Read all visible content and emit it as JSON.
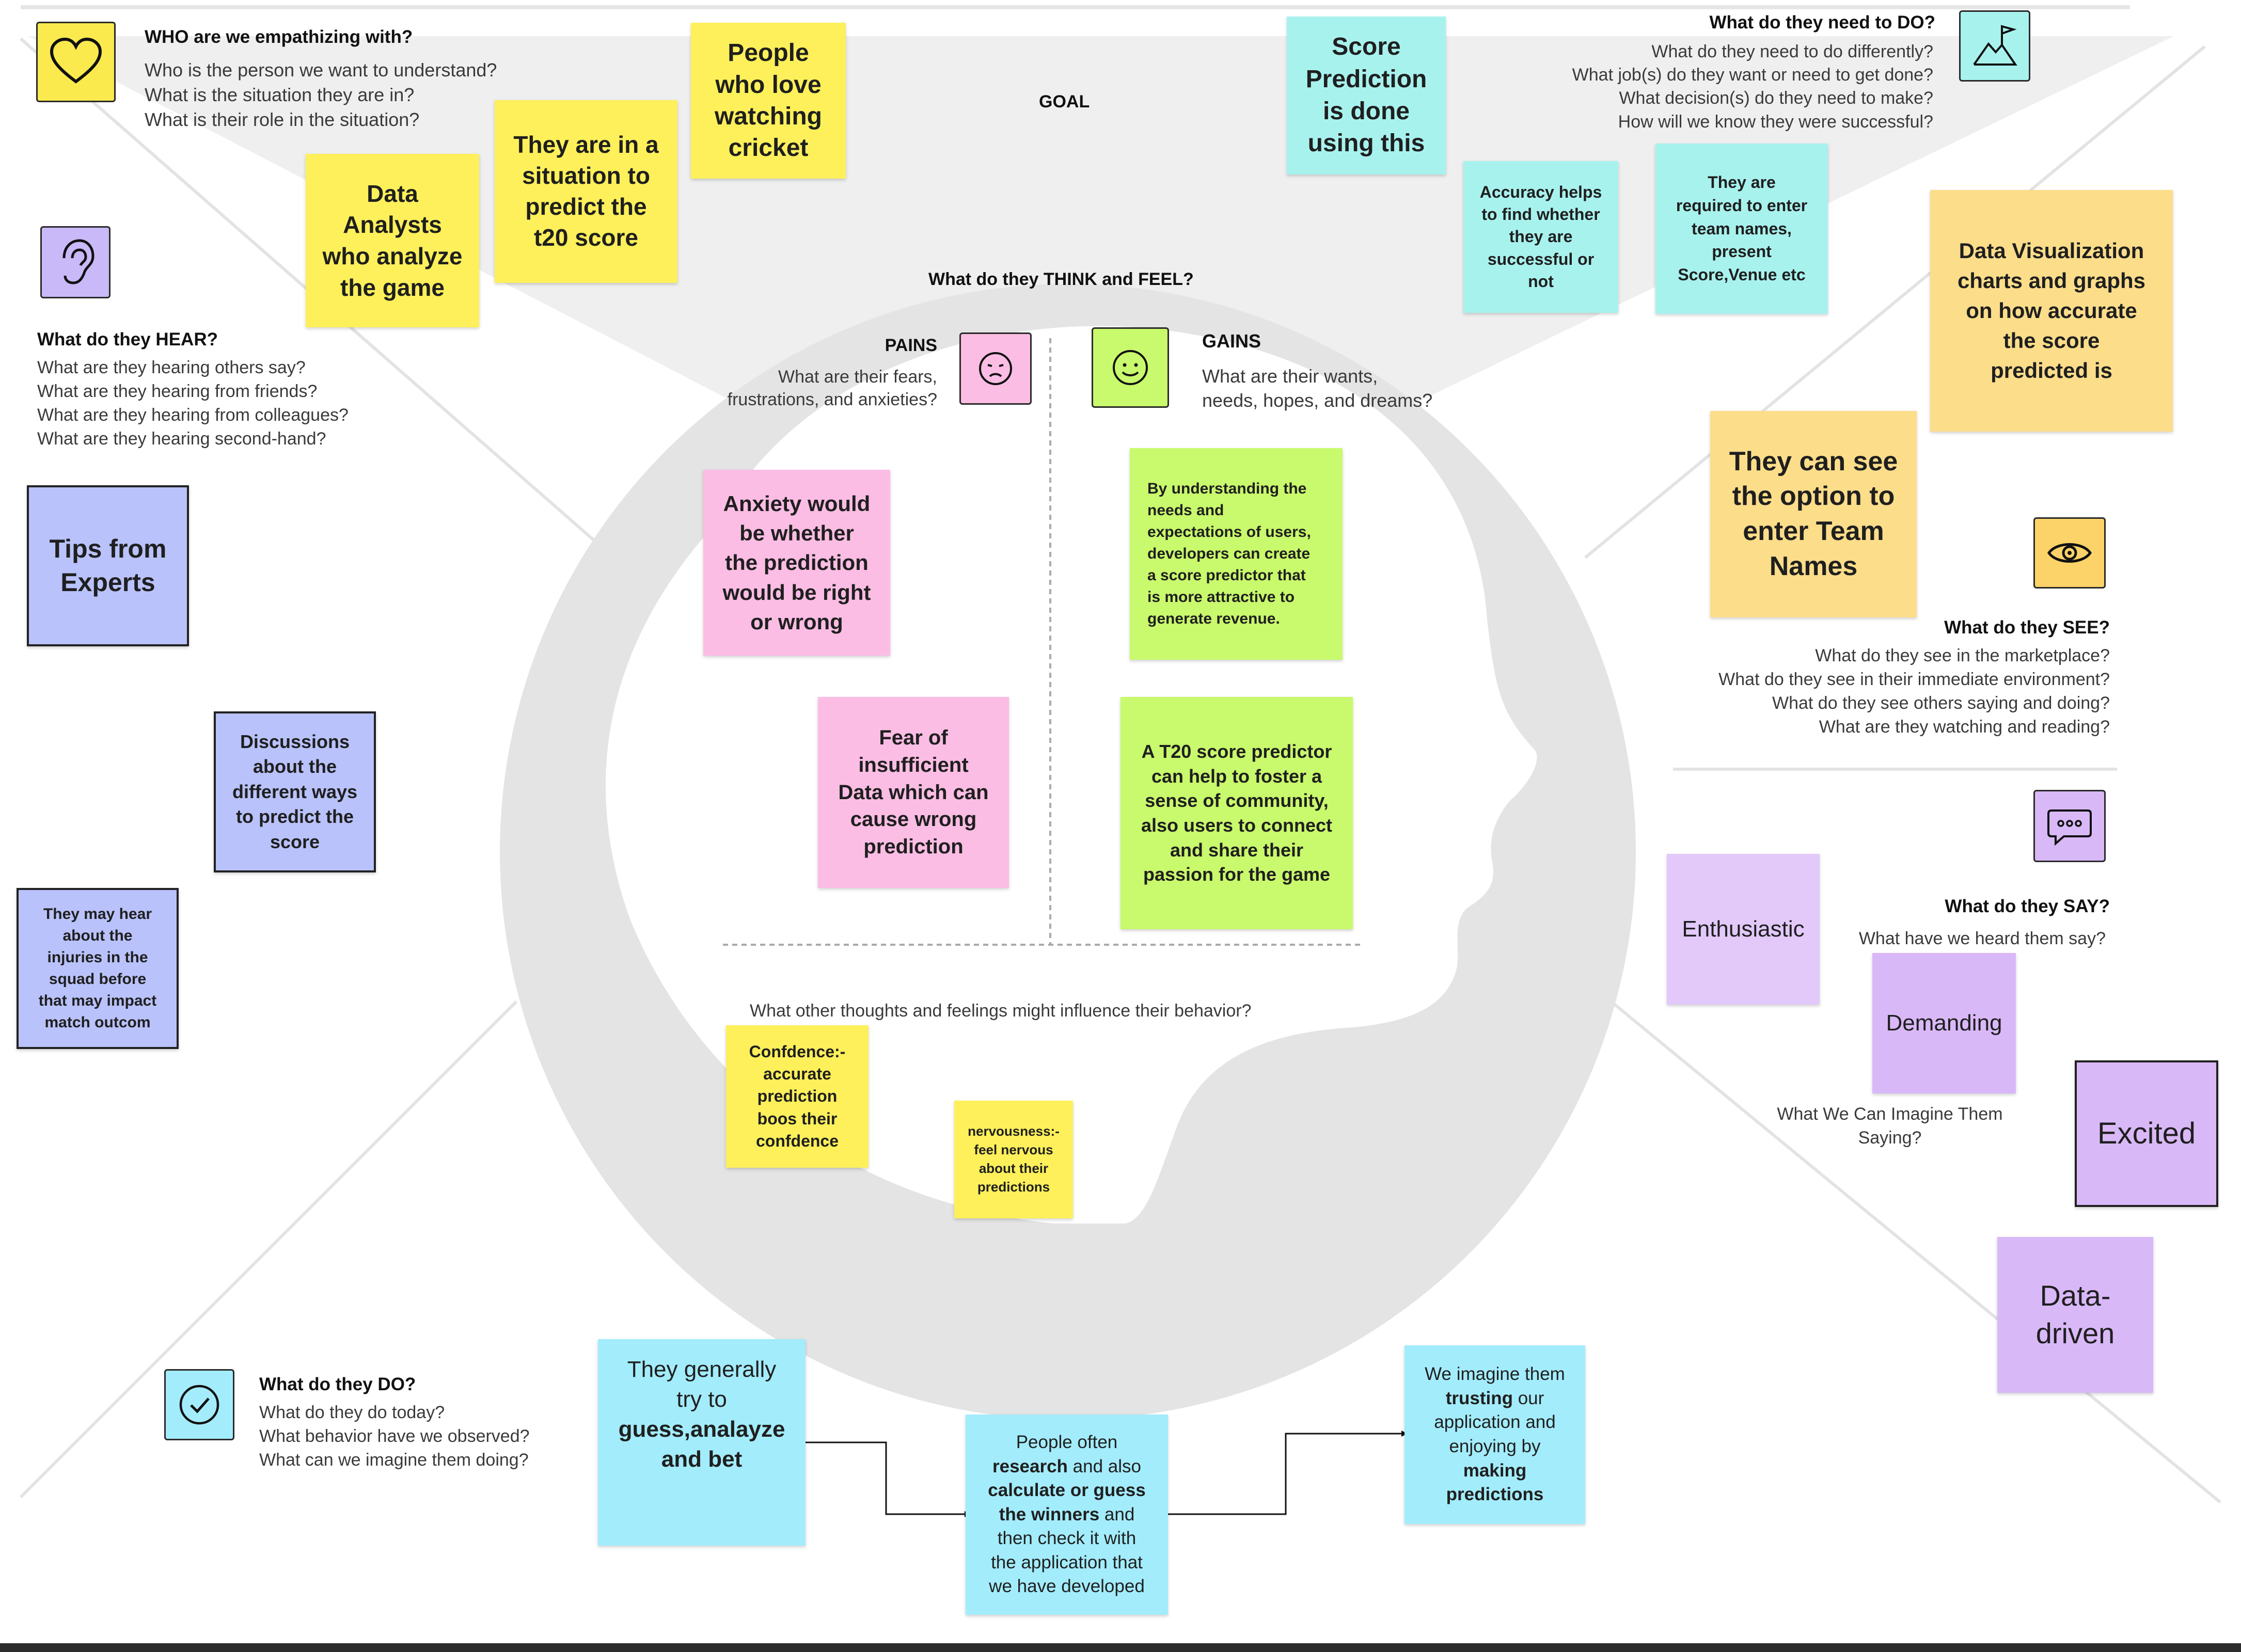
{
  "colors": {
    "yellow": "#fdf05a",
    "pink": "#fbbde4",
    "green": "#c9f96c",
    "cyan": "#a8f2ee",
    "blue": "#a3ecfc",
    "orange": "#fcdd8a",
    "periwinkle": "#b9c2fb",
    "lavender": "#e2c9fa",
    "violet": "#d9b8f8",
    "head": "#e4e4e4",
    "wedge": "#efefef"
  },
  "who": {
    "title": "WHO are we empathizing with?",
    "questions": [
      "Who is the person we want to understand?",
      "What is the situation they are in?",
      "What is their role in the situation?"
    ],
    "icon": "heart-icon"
  },
  "goal": {
    "label": "GOAL"
  },
  "do_goal": {
    "title": "What do they need to DO?",
    "questions": [
      "What do they need to do differently?",
      "What job(s) do they want or need to get done?",
      "What decision(s) do they need to make?",
      "How will we know they were successful?"
    ],
    "icon": "mountain-flag-icon"
  },
  "hear": {
    "title": "What do they HEAR?",
    "questions": [
      "What are they hearing others say?",
      "What are they hearing from friends?",
      "What are they hearing from colleagues?",
      "What are they hearing second-hand?"
    ],
    "icon": "ear-icon"
  },
  "think_feel": {
    "title": "What do they THINK and FEEL?"
  },
  "pains": {
    "title": "PAINS",
    "questions": [
      "What are their fears,",
      "frustrations, and anxieties?"
    ],
    "icon": "sad-face-icon"
  },
  "gains": {
    "title": "GAINS",
    "questions": [
      "What are their wants,",
      "needs, hopes, and dreams?"
    ],
    "icon": "happy-face-icon"
  },
  "other_thoughts": {
    "question": "What other thoughts and feelings might influence their behavior?"
  },
  "see": {
    "title": "What do they SEE?",
    "questions": [
      "What do they see in the marketplace?",
      "What do they see in their immediate environment?",
      "What do they see others saying and doing?",
      "What are they watching and reading?"
    ],
    "icon": "eye-icon"
  },
  "say": {
    "title": "What do they SAY?",
    "questions": [
      "What have we heard them say?"
    ],
    "imagine": [
      "What We Can Imagine Them",
      "Saying?"
    ],
    "icon": "speech-bubble-icon"
  },
  "do": {
    "title": "What do they DO?",
    "questions": [
      "What do they do today?",
      "What behavior have we observed?",
      "What can we imagine them doing?"
    ],
    "icon": "checkmark-icon"
  },
  "notes": {
    "people_love_cricket": [
      "People",
      "who love",
      "watching",
      "cricket"
    ],
    "situation_predict": [
      "They are in a",
      "situation to",
      "predict the",
      "t20 score"
    ],
    "data_analysts": [
      "Data",
      "Analysts",
      "who analyze",
      "the game"
    ],
    "score_prediction": [
      "Score",
      "Prediction",
      "is done",
      "using this"
    ],
    "accuracy_helps": [
      "Accuracy helps",
      "to find whether",
      "they are",
      "successful or",
      "not"
    ],
    "required_enter": [
      "They are",
      "required to enter",
      "team names,",
      "present",
      "Score,Venue etc"
    ],
    "data_visualization": [
      "Data Visualization",
      "charts and graphs",
      "on how accurate",
      "the score",
      "predicted is"
    ],
    "see_team_names": [
      "They can see",
      "the option to",
      "enter Team",
      "Names"
    ],
    "tips_experts": [
      "Tips from",
      "Experts"
    ],
    "discussions": [
      "Discussions",
      "about the",
      "different ways",
      "to predict the",
      "score"
    ],
    "injuries": [
      "They may hear",
      "about the",
      "injuries in the",
      "squad before",
      "that may impact",
      "match outcom"
    ],
    "anxiety": [
      "Anxiety would",
      "be whether",
      "the prediction",
      "would be right",
      "or wrong"
    ],
    "fear_data": [
      "Fear of",
      "insufficient",
      "Data which can",
      "cause wrong",
      "prediction"
    ],
    "gain_developers": [
      "By understanding the",
      "needs and",
      "expectations of users,",
      "developers can create",
      "a score predictor that",
      "is more attractive to",
      "generate revenue."
    ],
    "gain_community": [
      "A T20 score predictor",
      "can help to foster a",
      "sense of community,",
      "also users to connect",
      "and share their",
      "passion for the game"
    ],
    "confidence": [
      "Confdence:-",
      "accurate",
      "prediction",
      "boos their",
      "confdence"
    ],
    "nervousness": [
      "nervousness:-",
      "feel nervous",
      "about their",
      "predictions"
    ],
    "enthusiastic": "Enthusiastic",
    "demanding": "Demanding",
    "excited": "Excited",
    "data_driven": [
      "Data-",
      "driven"
    ],
    "guess_analyze": {
      "l1": "They generally",
      "l2": "try to",
      "l3": "guess,analayze",
      "l4": "and bet"
    },
    "research": {
      "l1": "People often",
      "l2a": "research",
      "l2b": " and also",
      "l3": "calculate or guess",
      "l4a": "the winners",
      "l4b": " and",
      "l5": "then check it with",
      "l6": "the application that",
      "l7": "we have developed"
    },
    "trusting": {
      "l1": "We imagine them",
      "l2a": "trusting",
      "l2b": " our",
      "l3": "application and",
      "l4": "enjoying by",
      "l5": "making",
      "l6": "predictions"
    }
  }
}
